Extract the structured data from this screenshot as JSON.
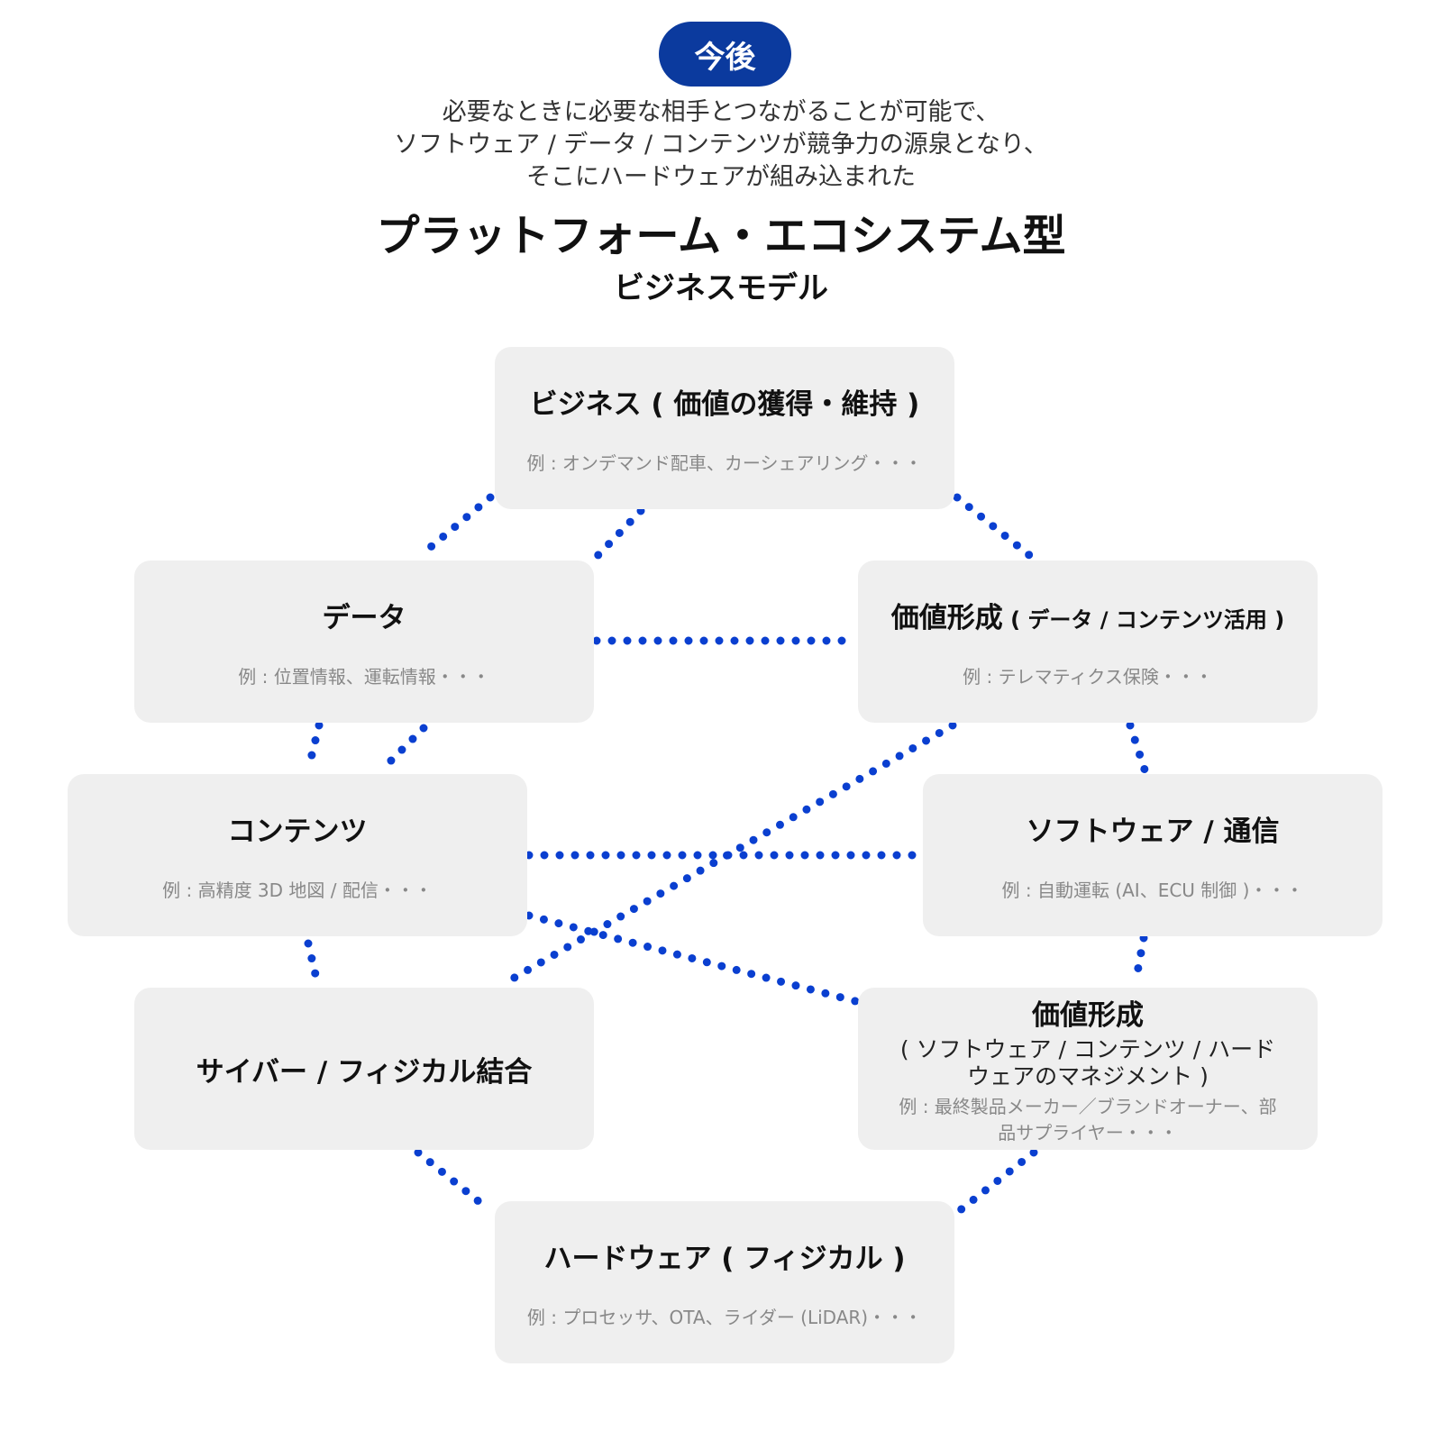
{
  "header": {
    "badge": "今後",
    "lead_lines": [
      "必要なときに必要な相手とつながることが可能で、",
      "ソフトウェア / データ / コンテンツが競争力の源泉となり、",
      "そこにハードウェアが組み込まれた"
    ],
    "title": "プラットフォーム・エコシステム型",
    "subtitle": "ビジネスモデル"
  },
  "colors": {
    "badge": "#0b3a9e",
    "dots": "#0a3fd0",
    "box": "#efefef"
  },
  "nodes": {
    "business": {
      "title": "ビジネス ( 価値の獲得・維持 )",
      "example": "例 : オンデマンド配車、カーシェアリング・・・"
    },
    "data": {
      "title": "データ",
      "example": "例 : 位置情報、運転情報・・・"
    },
    "value_data": {
      "title": "価値形成",
      "title_sub": " ( データ / コンテンツ活用 )",
      "example": "例 : テレマティクス保険・・・"
    },
    "contents": {
      "title": "コンテンツ",
      "example": "例 : 高精度 3D 地図 / 配信・・・"
    },
    "software": {
      "title": "ソフトウェア / 通信",
      "example": "例 : 自動運転 (AI、ECU 制御 )・・・"
    },
    "cyber": {
      "title": "サイバー / フィジカル結合"
    },
    "value_mgmt": {
      "title": "価値形成",
      "subtitle": "( ソフトウェア / コンテンツ / ハードウェアのマネジメント )",
      "example": "例 : 最終製品メーカー／ブランドオーナー、部品サプライヤー・・・"
    },
    "hardware": {
      "title": "ハードウェア ( フィジカル )",
      "example": "例 : プロセッサ、OTA、ライダー (LiDAR)・・・"
    }
  }
}
